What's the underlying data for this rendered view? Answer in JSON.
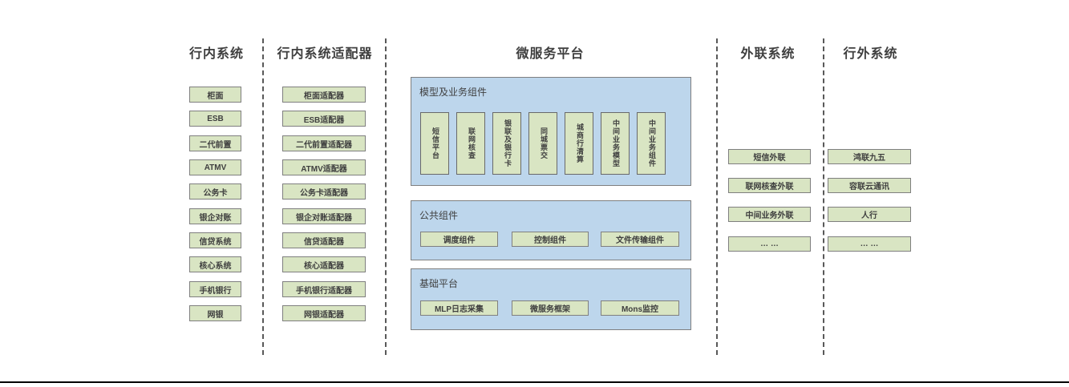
{
  "colors": {
    "green_fill": "#d9e5c3",
    "green_border": "#7f7f7f",
    "blue_fill": "#bdd6ec",
    "divider": "#595959",
    "text": "#3f3f3f",
    "bottom_line": "#000000"
  },
  "columns": {
    "internal": {
      "title": "行内系统",
      "items": [
        "柜面",
        "ESB",
        "二代前置",
        "ATMV",
        "公务卡",
        "银企对账",
        "信贷系统",
        "核心系统",
        "手机银行",
        "网银"
      ]
    },
    "adapters": {
      "title": "行内系统适配器",
      "items": [
        "柜面适配器",
        "ESB适配器",
        "二代前置适配器",
        "ATMV适配器",
        "公务卡适配器",
        "银企对账适配器",
        "信贷适配器",
        "核心适配器",
        "手机银行适配器",
        "网银适配器"
      ]
    },
    "platform": {
      "title": "微服务平台",
      "sections": {
        "model": {
          "title": "模型及业务组件",
          "items": [
            "短信平台",
            "联网核查",
            "银联及银行卡",
            "同城票交",
            "城商行清算",
            "中间业务模型",
            "中间业务组件"
          ]
        },
        "common": {
          "title": "公共组件",
          "items": [
            "调度组件",
            "控制组件",
            "文件传输组件"
          ]
        },
        "base": {
          "title": "基础平台",
          "items": [
            "MLP日志采集",
            "微服务框架",
            "Mons监控"
          ]
        }
      }
    },
    "external_link": {
      "title": "外联系统",
      "items": [
        "短信外联",
        "联网核查外联",
        "中间业务外联",
        "… …"
      ]
    },
    "external": {
      "title": "行外系统",
      "items": [
        "鸿联九五",
        "容联云通讯",
        "人行",
        "… …"
      ]
    }
  }
}
